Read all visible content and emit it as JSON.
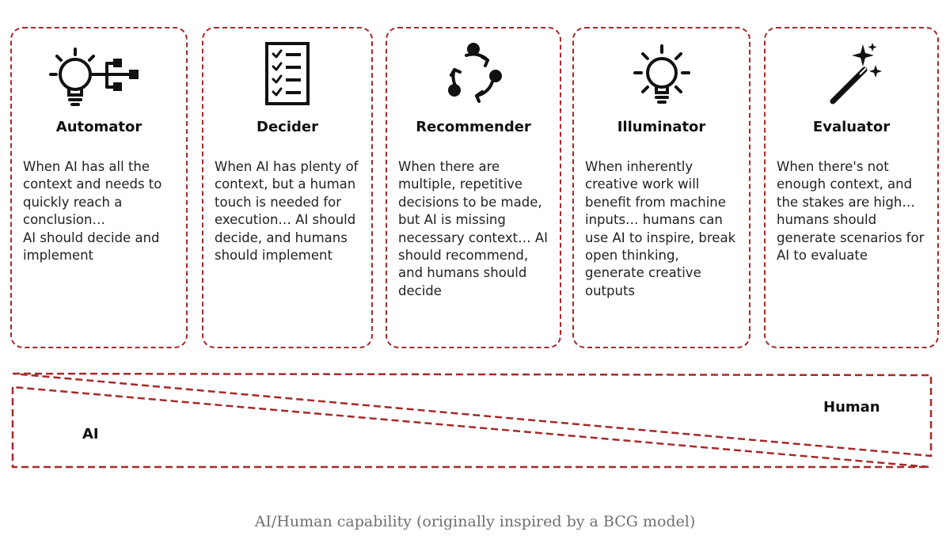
{
  "cards": [
    {
      "icon": "bulb-network-icon",
      "title": "Automator",
      "text": "When AI has all the\ncontext and needs to\nquickly reach a\nconclusion…\nAI should decide and\nimplement"
    },
    {
      "icon": "checklist-icon",
      "title": "Decider",
      "text": "When AI has plenty of\ncontext, but a human\ntouch is needed for\nexecution… AI should\ndecide, and humans\nshould implement"
    },
    {
      "icon": "cycle-arrows-icon",
      "title": "Recommender",
      "text": "When there are\nmultiple, repetitive\ndecisions to be made,\nbut AI is missing\nnecessary context… AI\nshould recommend,\nand humans should\ndecide"
    },
    {
      "icon": "lightbulb-icon",
      "title": "Illuminator",
      "text": "When inherently\ncreative work will\nbenefit from machine\ninputs… humans can\nuse AI to inspire, break\nopen thinking,\ngenerate creative\noutputs"
    },
    {
      "icon": "magic-wand-icon",
      "title": "Evaluator",
      "text": "When there's not\nenough context, and\nthe stakes are high…\nhumans should\ngenerate scenarios for\nAI to evaluate"
    }
  ],
  "scale": {
    "left_label": "AI",
    "right_label": "Human"
  },
  "caption": "AI/Human capability (originally inspired by a BCG model)",
  "colors": {
    "dashed_border": "#a52a2a",
    "caption": "#6f6f6f"
  }
}
